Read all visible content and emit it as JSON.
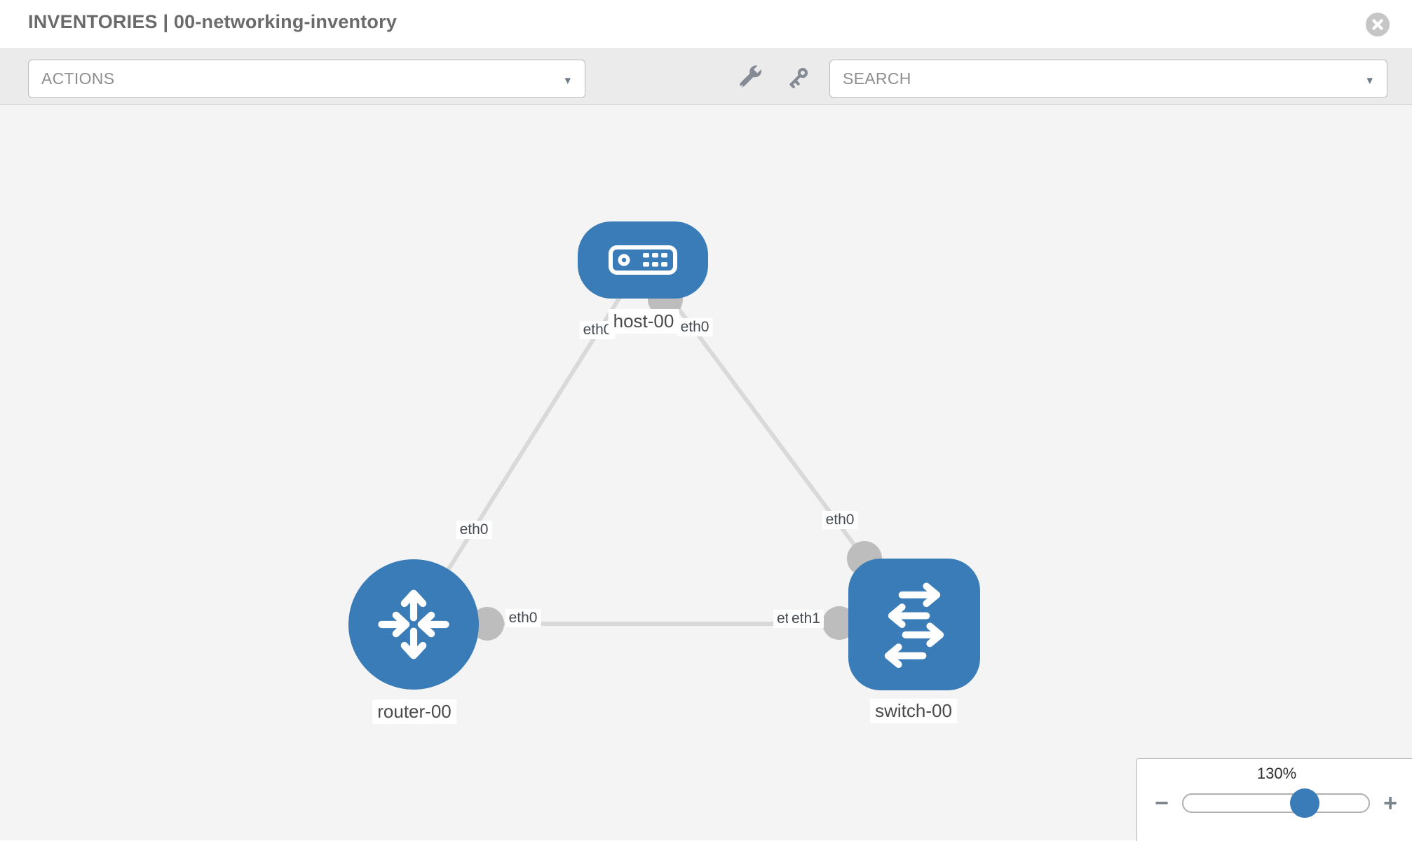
{
  "header": {
    "title": "INVENTORIES | 00-networking-inventory"
  },
  "toolbar": {
    "actions_label": "ACTIONS",
    "search_label": "SEARCH",
    "icons": [
      "wrench-icon",
      "key-icon"
    ]
  },
  "icons": {
    "caret": "▾",
    "close": "circle-x"
  },
  "topology": {
    "nodes": [
      {
        "id": "host-00",
        "label": "host-00",
        "type": "host"
      },
      {
        "id": "router-00",
        "label": "router-00",
        "type": "router"
      },
      {
        "id": "switch-00",
        "label": "switch-00",
        "type": "switch"
      }
    ],
    "links": [
      {
        "from": "host-00",
        "to": "router-00",
        "from_port": "eth0",
        "to_port": "eth0"
      },
      {
        "from": "host-00",
        "to": "switch-00",
        "from_port": "eth0",
        "to_port": "eth0"
      },
      {
        "from": "router-00",
        "to": "switch-00",
        "from_port": "eth0",
        "to_port_overlapped": [
          "eth0",
          "eth1"
        ]
      }
    ]
  },
  "zoom_control": {
    "level": "130%",
    "minus_label": "−",
    "plus_label": "+"
  },
  "colors": {
    "node_blue": "#3a7cb8",
    "link_gray": "#d9d9d9",
    "connector_gray": "#bdbdbd",
    "canvas_bg": "#f4f4f4",
    "toolbar_bg": "#ebebeb"
  }
}
